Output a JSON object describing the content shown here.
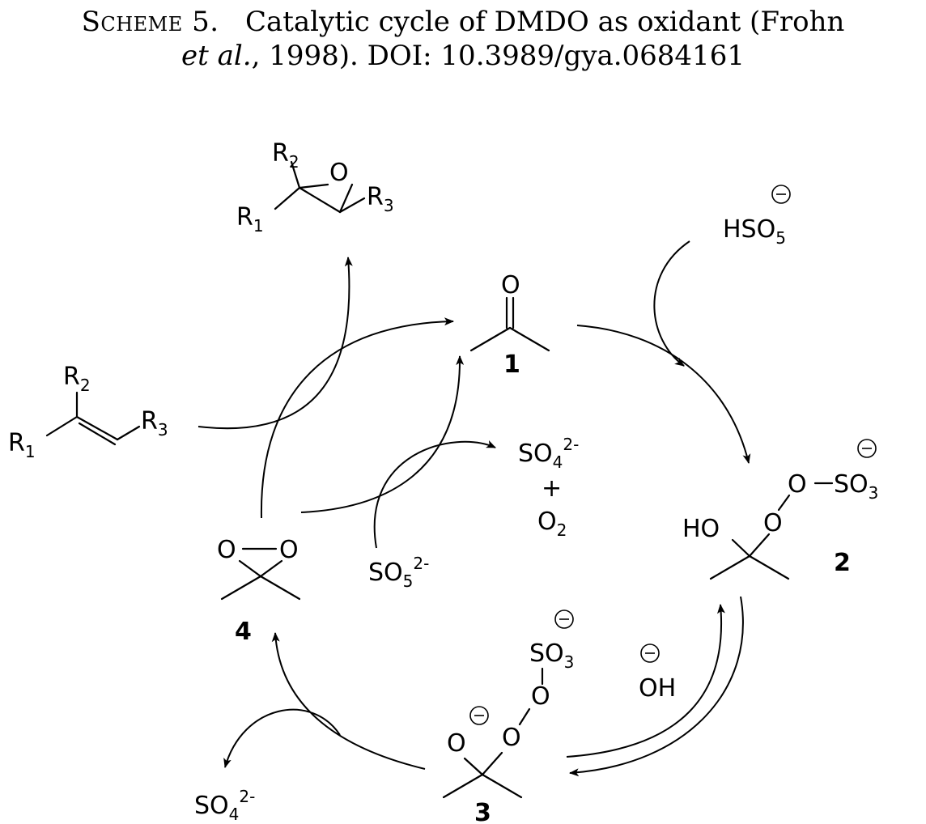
{
  "caption": {
    "scheme_label": "Scheme 5.",
    "line1": "Catalytic cycle of DMDO as oxidant (Frohn",
    "line2_italic": "et al.",
    "line2_rest": ", 1998). DOI: 10.3989/gya.0684161"
  },
  "compounds": {
    "c1": "1",
    "c2": "2",
    "c3": "3",
    "c4": "4"
  },
  "atoms": {
    "O": "O",
    "HO": "HO",
    "OH": "OH",
    "R": "R",
    "sub1": "1",
    "sub2": "2",
    "sub3": "3",
    "sub4": "4",
    "sub5": "5",
    "SO": "SO",
    "HSO": "HSO",
    "O2": "O",
    "plus": "+",
    "charge2m": "2-",
    "minus": "−"
  }
}
